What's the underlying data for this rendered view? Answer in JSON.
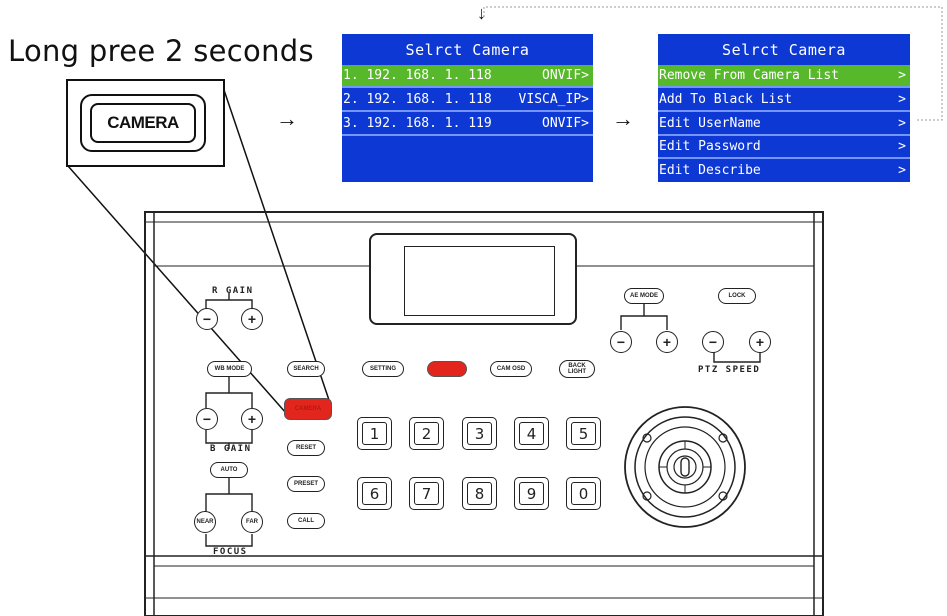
{
  "instruction": "Long pree 2 seconds",
  "zoom_button_label": "CAMERA",
  "arrow_glyph": "→",
  "down_arrow_glyph": "↓",
  "menu1": {
    "title": "Selrct Camera",
    "rows": [
      {
        "left": "1. 192. 168. 1. 118",
        "right": "ONVIF>",
        "selected": true
      },
      {
        "left": "2. 192. 168. 1. 118",
        "right": "VISCA_IP>",
        "selected": false
      },
      {
        "left": "3. 192. 168. 1. 119",
        "right": "ONVIF>",
        "selected": false
      }
    ]
  },
  "menu2": {
    "title": "Selrct Camera",
    "rows": [
      {
        "left": "Remove From Camera List",
        "right": ">",
        "selected": true
      },
      {
        "left": "Add To Black List",
        "right": ">",
        "selected": false
      },
      {
        "left": "Edit UserName",
        "right": ">",
        "selected": false
      },
      {
        "left": "Edit Password",
        "right": ">",
        "selected": false
      },
      {
        "left": "Edit Describe",
        "right": ">",
        "selected": false
      }
    ]
  },
  "controller": {
    "r_gain_label": "R GAIN",
    "b_gain_label": "B GAIN",
    "focus_label": "FOCUS",
    "ptz_speed_label": "PTZ SPEED",
    "minus": "−",
    "plus": "+",
    "buttons": {
      "wb_mode": "WB MODE",
      "auto": "AUTO",
      "near": "NEAR",
      "far": "FAR",
      "search": "SEARCH",
      "camera": "CAMERA",
      "reset": "RESET",
      "preset": "PRESET",
      "call": "CALL",
      "setting": "SETTING",
      "cam_osd": "CAM OSD",
      "back_light": "BACK LIGHT",
      "ae_mode": "AE MODE",
      "lock": "LOCK"
    },
    "number_keys_row1": [
      "1",
      "2",
      "3",
      "4",
      "5"
    ],
    "number_keys_row2": [
      "6",
      "7",
      "8",
      "9",
      "0"
    ]
  },
  "colors": {
    "lcd_background": "#0d38d4",
    "lcd_selected": "#56b82a",
    "camera_button_red": "#e2261d"
  }
}
